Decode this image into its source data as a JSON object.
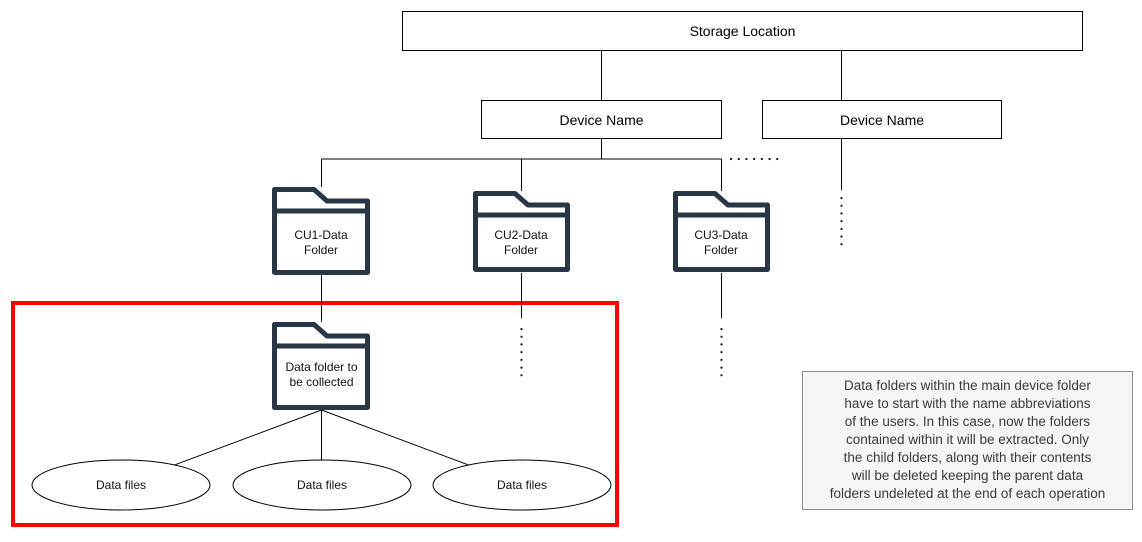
{
  "diagram": {
    "storage": {
      "label": "Storage Location"
    },
    "devices": [
      {
        "label": "Device Name"
      },
      {
        "label": "Device Name"
      }
    ],
    "user_folders": [
      {
        "label": "CU1-Data Folder"
      },
      {
        "label": "CU2-Data Folder"
      },
      {
        "label": "CU3-Data Folder"
      }
    ],
    "collected_folder": {
      "label": "Data folder to be collected"
    },
    "data_files": [
      {
        "label": "Data files"
      },
      {
        "label": "Data files"
      },
      {
        "label": "Data files"
      }
    ],
    "annotation": {
      "text": "Data folders within the main device folder\nhave to start with the name abbreviations\nof the users. In this case, now the folders\ncontained within it will be extracted. Only\nthe child folders, along with their contents\nwill be deleted keeping the parent data\nfolders undeleted at the end of each operation"
    },
    "colors": {
      "folder_stroke": "#283646",
      "highlight_box": "#FF0000",
      "connector_line": "#000000",
      "annotation_background": "#F5F5F5",
      "annotation_border": "#8C8C8C",
      "annotation_text": "#3A3A3A"
    }
  }
}
